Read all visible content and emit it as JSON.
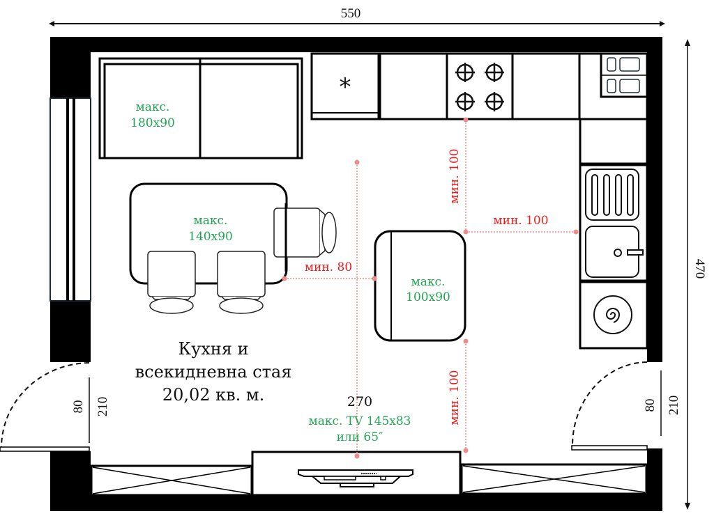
{
  "plan": {
    "overall_width_label": "550",
    "overall_height_label": "470",
    "room_label": {
      "line1": "Кухня и",
      "line2": "всекидневна стая",
      "line3": "20,02 кв. м."
    },
    "tv_wall_label": "270",
    "tv_label": {
      "line1": "макс. TV 145x83",
      "line2": "или 65″"
    },
    "sofa_label": {
      "line1": "макс.",
      "line2": "180x90"
    },
    "dining_table_label": {
      "line1": "макс.",
      "line2": "140x90"
    },
    "island_label": {
      "line1": "макс.",
      "line2": "100x90"
    },
    "clearances": {
      "island_to_stove": "мин. 100",
      "island_to_sink": "мин. 100",
      "table_to_island": "мин. 80",
      "island_to_tv": "мин. 100"
    },
    "left_door": {
      "width": "80",
      "height": "210"
    },
    "right_door": {
      "width": "80",
      "height": "210"
    },
    "appliances": {
      "fridge_symbol": "*",
      "stove_burners": 4,
      "sink_drainer_slots": 4
    },
    "colors": {
      "wall": "#000000",
      "max_label": "#22a553",
      "min_label": "#ee1c1c",
      "guide": "#f08a8a",
      "window_frame": "#1a2e3a"
    }
  }
}
